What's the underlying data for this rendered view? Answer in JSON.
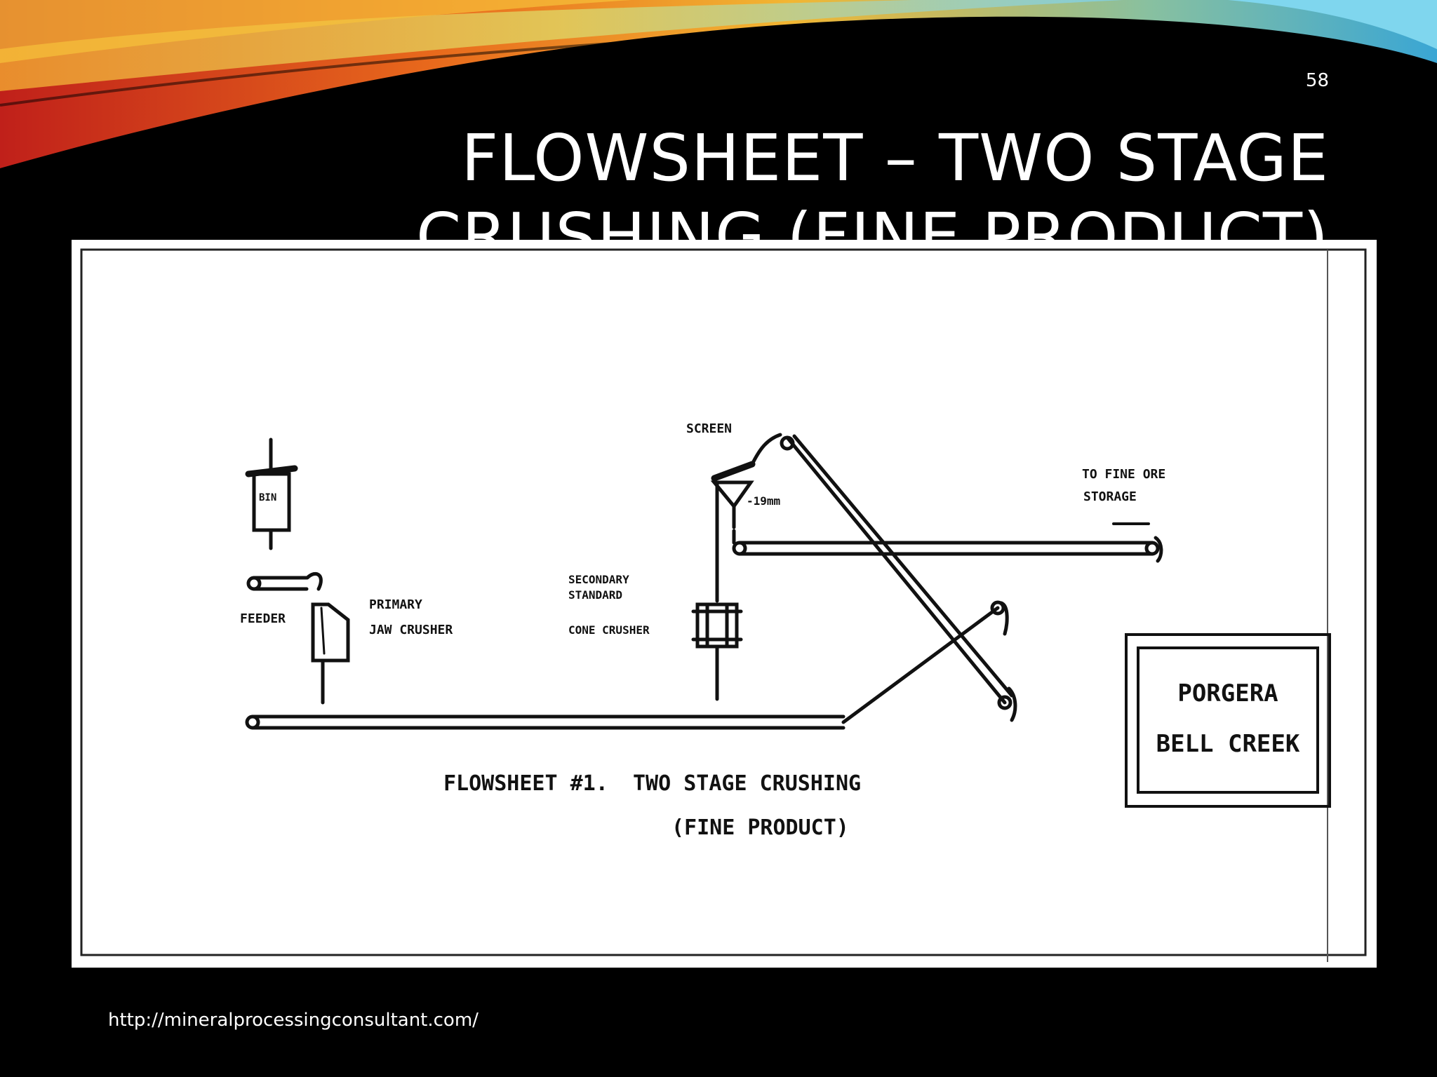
{
  "slide": {
    "page_number": "58",
    "title_line1": "FLOWSHEET – TWO STAGE",
    "title_line2": "CRUSHING (FINE PRODUCT)",
    "source_url": "http://mineralprocessingconsultant.com/"
  },
  "diagram": {
    "labels": {
      "bin": "BIN",
      "feeder": "FEEDER",
      "primary_1": "PRIMARY",
      "primary_2": "JAW CRUSHER",
      "screen": "SCREEN",
      "undersize": "-19mm",
      "fine_ore_1": "TO FINE ORE",
      "fine_ore_2": "STORAGE",
      "secondary_1": "SECONDARY",
      "secondary_2": "STANDARD",
      "secondary_3": "CONE CRUSHER",
      "caption_1": "FLOWSHEET #1.",
      "caption_2": "TWO STAGE CRUSHING",
      "caption_3": "(FINE PRODUCT)",
      "stamp_1": "PORGERA",
      "stamp_2": "BELL CREEK"
    }
  },
  "colors": {
    "background": "#000000",
    "text": "#ffffff",
    "panel": "#ffffff",
    "ink": "#111111"
  }
}
